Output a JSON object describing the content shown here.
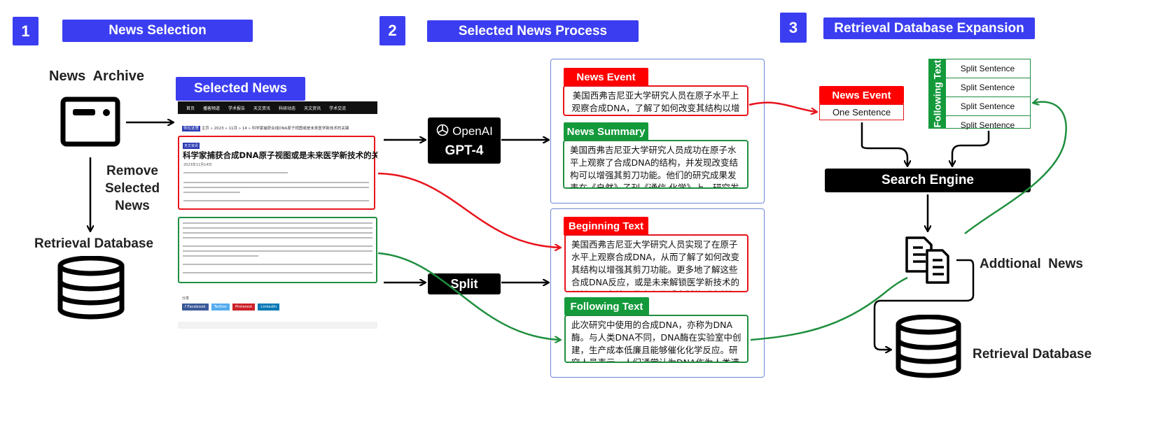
{
  "steps": [
    {
      "num": "1",
      "title": "News Selection"
    },
    {
      "num": "2",
      "title": "Selected News Process"
    },
    {
      "num": "3",
      "title": "Retrieval Database Expansion"
    }
  ],
  "section1": {
    "news_archive": "News  Archive",
    "remove_selected_news": [
      "Remove",
      "Selected",
      "News"
    ],
    "retrieval_database": "Retrieval Database"
  },
  "selected_news": {
    "header": "Selected News",
    "nav_items": [
      "首页",
      "播客频道",
      "学术报告",
      "天文资讯",
      "科研动态",
      "天文资讯",
      "学术交流"
    ],
    "breadcrumb_badge": "你在这里",
    "breadcrumb": "主页 » 2023 » 11月 » 14 » 科学家捕获合成DNA原子视图或是未来医学新技术的关键",
    "category_badge": "天文资讯",
    "article_title": "科学家捕获合成DNA原子视图或是未来医学新技术的关键",
    "date": "2023年11月14日",
    "share_label": "分享",
    "share_buttons": [
      "f Facebook",
      "Twitter",
      "Pinterest",
      "LinkedIn"
    ]
  },
  "section2": {
    "openai_label": "OpenAI",
    "gpt4_label": "GPT-4",
    "split_label": "Split",
    "news_event": {
      "tag": "News Event",
      "text": "美国西弗吉尼亚大学研究人员在原子水平上观察合成DNA，了解了如何改变其结构以增强其剪刀功能。"
    },
    "news_summary": {
      "tag": "News Summary",
      "text": "美国西弗吉尼亚大学研究人员成功在原子水平上观察了合成DNA的结构，并发现改变结构可以增强其剪刀功能。他们的研究成果发表在《自然》子刊《通信·化学》上。研究发现这些DNA可以折叠成复杂的形状，能够执行一系"
    },
    "beginning_text": {
      "tag": "Beginning Text",
      "text": "美国西弗吉尼亚大学研究人员实现了在原子水平上观察合成DNA，从而了解了如何改变其结构以增强其剪刀功能。更多地了解这些合成DNA反应，或是未来解锁医学新技术的关键。研究结果发表在最近出版的《自然》子刊《通信·化学》上。原子细节可以为人们提供一个路线图，"
    },
    "following_text": {
      "tag": "Following Text",
      "text": "此次研究中使用的合成DNA，亦称为DNA酶。与人类DNA不同，DNA酶在实验室中创建，生产成本低廉且能够催化化学反应。研究人员表示，人们通常认为DNA作为人类遗传信息的存储单元是惰性的，然而，在实验室中进化出的"
    }
  },
  "section3": {
    "news_event_tag": "News Event",
    "one_sentence": "One Sentence",
    "following_text_vertical": "Following Text",
    "split_sentences": [
      "Split Sentence",
      "Split Sentence",
      "Split Sentence",
      "Split Sentence"
    ],
    "search_engine": "Search Engine",
    "additional_news": "Addtional  News",
    "retrieval_database": "Retrieval Database"
  },
  "colors": {
    "accent_blue": "#3b3ef0",
    "red": "#e8141d",
    "green": "#1f8f3f",
    "panel_border": "#6c86d6"
  }
}
